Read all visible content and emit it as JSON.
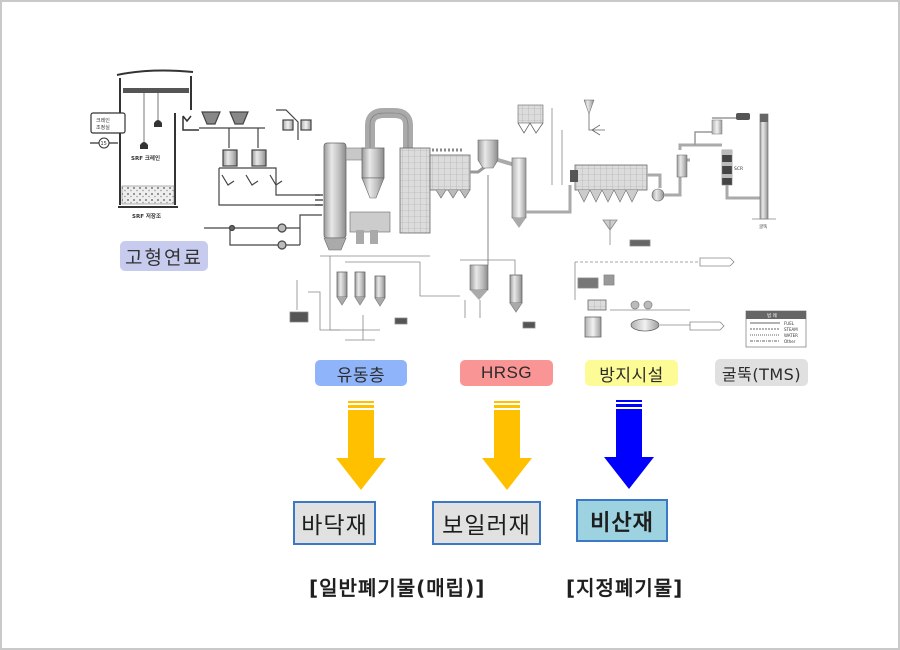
{
  "diagram": {
    "title": "SRF 발전시설 공정도",
    "process_labels": {
      "solid_fuel": "고형연료",
      "fluidized_bed": "유동층",
      "hrsg": "HRSG",
      "air_pollution_control": "방지시설",
      "stack_tms": "굴뚝(TMS)"
    },
    "outputs": {
      "bottom_ash": "바닥재",
      "boiler_ash": "보일러재",
      "fly_ash": "비산재"
    },
    "classifications": {
      "general_waste": "[일반폐기물(매립)]",
      "designated_waste": "[지정폐기물]"
    },
    "flow_arrows": [
      {
        "from": "유동층",
        "to": "바닥재",
        "color": "#ffc000"
      },
      {
        "from": "HRSG",
        "to": "보일러재",
        "color": "#ffc000"
      },
      {
        "from": "방지시설",
        "to": "비산재",
        "color": "#0000ff"
      }
    ],
    "schematic_labels": {
      "crane_room": "크레인 조정실",
      "stream_no": "15",
      "srf_crane": "SRF 크레인",
      "srf_bunker": "SRF 저장조",
      "stack": "굴뚝",
      "scr": "SCR"
    },
    "legend": {
      "title": "범 례",
      "items": [
        "FUEL",
        "STEAM",
        "WATER",
        "Other"
      ]
    },
    "colors": {
      "solid_fuel_tag": "#c7cbee",
      "fluidized_bed_tag": "#8fb4fa",
      "hrsg_tag": "#f99595",
      "apc_tag": "#fdfb96",
      "stack_tag": "#e0e0e0",
      "general_arrow": "#ffc000",
      "designated_arrow": "#0000ff",
      "fly_ash_box": "#9dd3e0",
      "output_box": "#e1e1e1",
      "output_border": "#3b78c6"
    }
  }
}
